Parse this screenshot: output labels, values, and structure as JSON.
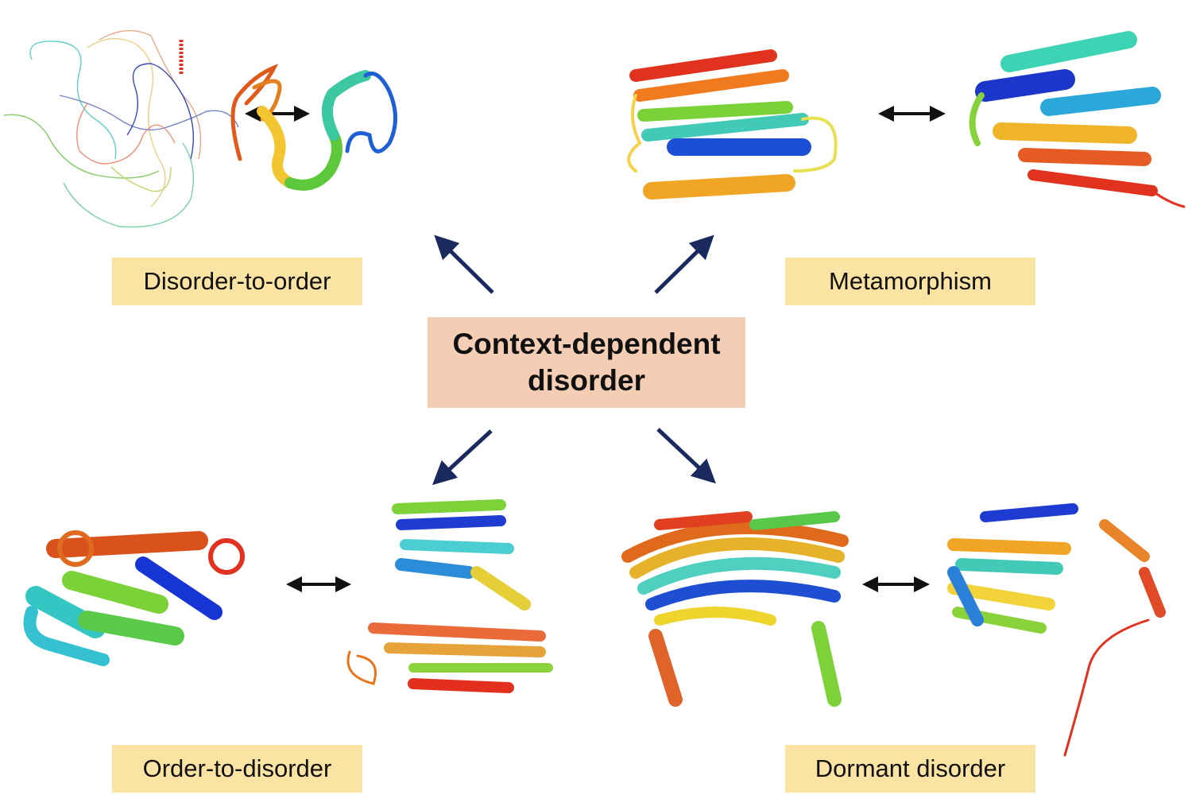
{
  "center": {
    "line1": "Context-dependent",
    "line2": "disorder"
  },
  "categories": [
    {
      "id": "disorder-to-order",
      "label": "Disorder-to-order",
      "color": "#fbe3a3"
    },
    {
      "id": "metamorphism",
      "label": "Metamorphism",
      "color": "#fbe3a3"
    },
    {
      "id": "order-to-disorder",
      "label": "Order-to-disorder",
      "color": "#fbe3a3"
    },
    {
      "id": "dormant-disorder",
      "label": "Dormant disorder",
      "color": "#fbe3a3"
    }
  ],
  "colors": {
    "center_box": "#f3cdb4",
    "label_box": "#fbe3a3",
    "arrow_navy": "#1b2a5e",
    "double_arrow": "#111111"
  }
}
